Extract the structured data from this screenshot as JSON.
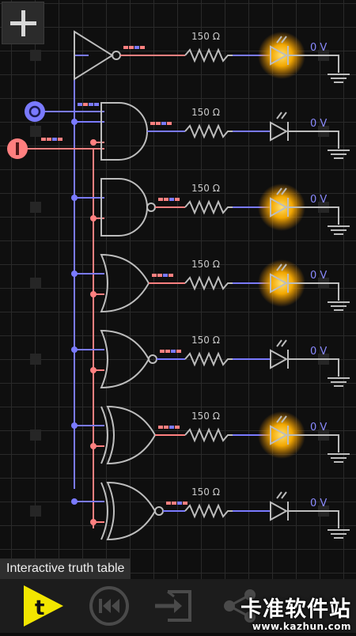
{
  "toolbar_top": {
    "add_icon": "plus-icon"
  },
  "inputs": [
    {
      "name": "input-a",
      "color": "#8888ff"
    },
    {
      "name": "input-b",
      "color": "#ff7f7f"
    }
  ],
  "gates": [
    "not",
    "and",
    "nand",
    "or",
    "nor",
    "xor",
    "xnor"
  ],
  "rows": [
    {
      "gate": "not",
      "resistor_label": "150 Ω",
      "led_on": true,
      "voltmeter": "0 V"
    },
    {
      "gate": "and",
      "resistor_label": "150 Ω",
      "led_on": false,
      "voltmeter": "0 V"
    },
    {
      "gate": "nand",
      "resistor_label": "150 Ω",
      "led_on": true,
      "voltmeter": "0 V"
    },
    {
      "gate": "or",
      "resistor_label": "150 Ω",
      "led_on": true,
      "voltmeter": "0 V"
    },
    {
      "gate": "nor",
      "resistor_label": "150 Ω",
      "led_on": false,
      "voltmeter": "0 V"
    },
    {
      "gate": "xor",
      "resistor_label": "150 Ω",
      "led_on": true,
      "voltmeter": "0 V"
    },
    {
      "gate": "xnor",
      "resistor_label": "150 Ω",
      "led_on": false,
      "voltmeter": "0 V"
    }
  ],
  "tooltip": "Interactive truth table",
  "bottom_toolbar": {
    "tool_icon": "t-tool-icon",
    "rewind_icon": "rewind-icon",
    "export_icon": "export-icon",
    "share_icon": "share-icon"
  },
  "watermark": {
    "text": "卡准软件站",
    "url": "www.kazhun.com"
  },
  "colors": {
    "wire_blue": "#7a7aff",
    "wire_red": "#ff8080",
    "wire_gray": "#bdbdbd",
    "led_glow": "#ffb000",
    "tool_yellow": "#f2e600"
  }
}
